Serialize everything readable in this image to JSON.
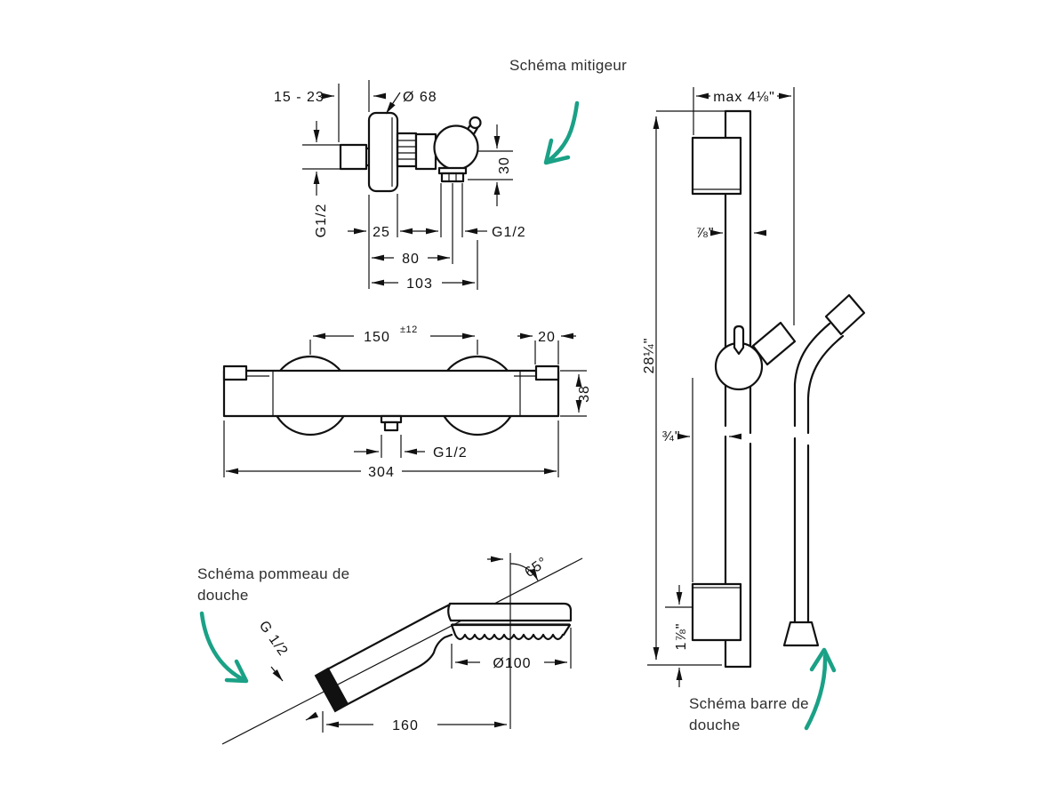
{
  "colors": {
    "accent_teal": "#1aa186",
    "line": "#111111",
    "label_text": "#2e2e2e",
    "background": "#ffffff"
  },
  "annotations": {
    "mixer_label": "Schéma mitigeur",
    "hand_shower_label_line1": "Schéma pommeau de",
    "hand_shower_label_line2": "douche",
    "bar_label_line1": "Schéma barre de",
    "bar_label_line2": "douche"
  },
  "mixer_side_view": {
    "projection_depth": "15 - 23",
    "escutcheon_diameter": "Ø 68",
    "inlet_thread": "G1/2",
    "outlet_drop": "30",
    "dim_escutcheon": "25",
    "dim_to_outlet": "80",
    "dim_overall": "103",
    "outlet_thread": "G1/2"
  },
  "mixer_front_view": {
    "inlet_spacing": "150",
    "inlet_tolerance": "±12",
    "end_cap": "20",
    "body_height": "38",
    "outlet_thread": "G1/2",
    "overall_width": "304"
  },
  "hand_shower": {
    "thread": "G 1/2",
    "spray_angle": "65°",
    "head_diameter": "Ø100",
    "overall_length": "160"
  },
  "shower_bar": {
    "max_depth": "max 4⅛\"",
    "bar_diameter": "⅞\"",
    "bar_length": "28¼\"",
    "slider_offset": "¾\"",
    "bottom_offset": "1⅞\""
  }
}
